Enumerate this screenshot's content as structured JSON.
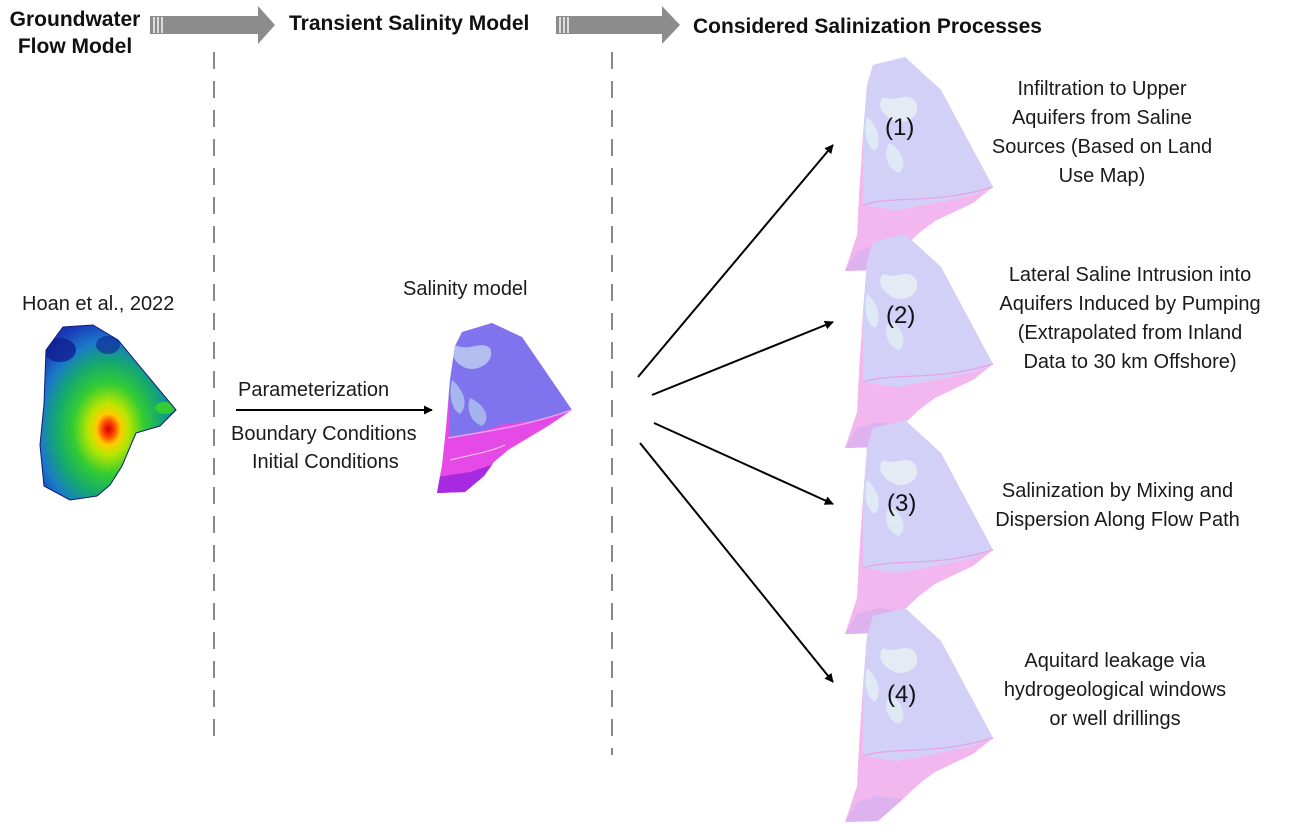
{
  "headers": {
    "groundwater_line1": "Groundwater",
    "groundwater_line2": "Flow Model",
    "transient": "Transient Salinity Model",
    "processes": "Considered Salinization Processes"
  },
  "left": {
    "citation": "Hoan et al., 2022"
  },
  "middle": {
    "model_label": "Salinity model",
    "arrow_above": "Parameterization",
    "arrow_below_1": "Boundary Conditions",
    "arrow_below_2": "Initial Conditions"
  },
  "processes": [
    {
      "number": "(1)",
      "lines": [
        "Infiltration to Upper",
        "Aquifers from Saline",
        "Sources (Based on Land",
        "Use Map)"
      ]
    },
    {
      "number": "(2)",
      "lines": [
        "Lateral Saline Intrusion into",
        "Aquifers Induced by Pumping",
        "(Extrapolated from Inland",
        "Data to 30 km Offshore)"
      ]
    },
    {
      "number": "(3)",
      "lines": [
        "Salinization by Mixing and",
        "Dispersion Along Flow Path"
      ]
    },
    {
      "number": "(4)",
      "lines": [
        "Aquitard leakage via",
        "hydrogeological windows",
        "or well drillings"
      ]
    }
  ],
  "colors": {
    "header_arrow": "#8c8c8c",
    "divider": "#8a8a8a",
    "salinity_blue": "#7f73ee",
    "salinity_magenta": "#e64ae6",
    "salinity_purple": "#a82ae0",
    "faded_blue": "#d2cff7",
    "faded_pink": "#f0b4ee"
  }
}
